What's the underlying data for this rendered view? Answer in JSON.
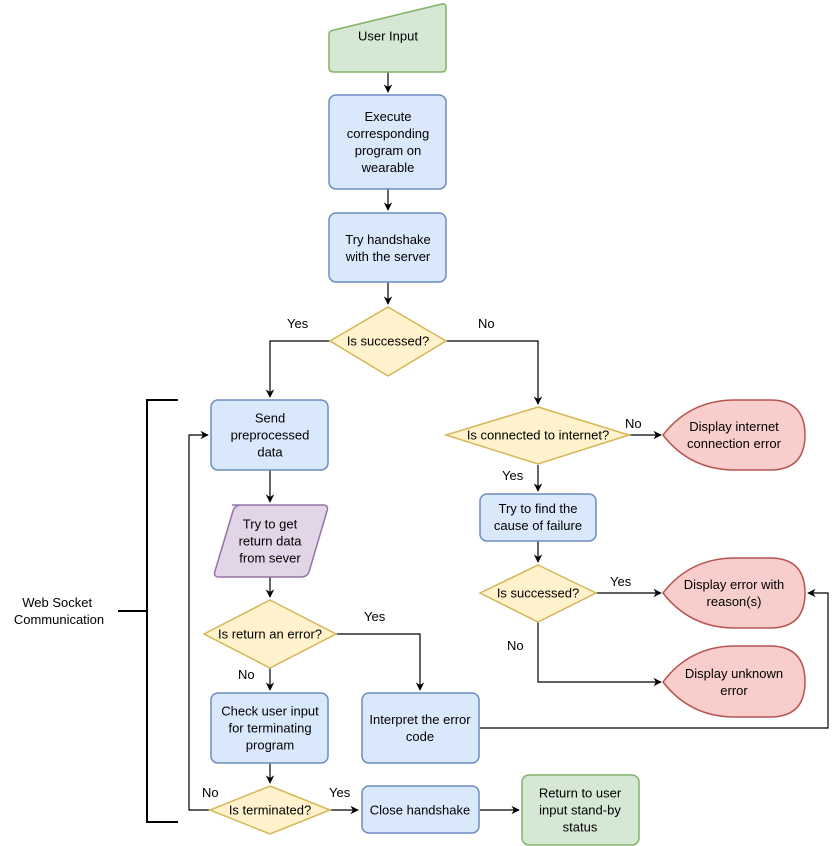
{
  "colors": {
    "blue_fill": "#dae8fc",
    "blue_stroke": "#6c8ebf",
    "yellow_fill": "#fff2cc",
    "yellow_stroke": "#d6b656",
    "green_fill": "#d5e8d4",
    "green_stroke": "#82b366",
    "red_fill": "#f8cecc",
    "red_stroke": "#b85450",
    "purple_fill": "#e1d5e7",
    "purple_stroke": "#9673a6"
  },
  "nodes": {
    "user_input": [
      "User Input"
    ],
    "execute_program": [
      "Execute",
      "corresponding",
      "program on",
      "wearable"
    ],
    "try_handshake": [
      "Try handshake",
      "with the server"
    ],
    "is_successed_1": [
      "Is successed?"
    ],
    "send_data": [
      "Send",
      "preprocessed",
      "data"
    ],
    "get_return": [
      "Try to get",
      "return data",
      "from sever"
    ],
    "is_return_error": [
      "Is return an error?"
    ],
    "check_user_input": [
      "Check user input",
      "for terminating",
      "program"
    ],
    "interpret_error": [
      "Interpret the error",
      "code"
    ],
    "is_terminated": [
      "Is terminated?"
    ],
    "close_handshake": [
      "Close handshake"
    ],
    "return_standby": [
      "Return to user",
      "input stand-by",
      "status"
    ],
    "is_connected": [
      "Is connected to internet?"
    ],
    "display_internet_error": [
      "Display internet",
      "connection error"
    ],
    "find_cause": [
      "Try to find the",
      "cause of failure"
    ],
    "is_successed_2": [
      "Is successed?"
    ],
    "display_error_reason": [
      "Display error with",
      "reason(s)"
    ],
    "display_unknown_error": [
      "Display unknown",
      "error"
    ]
  },
  "edge_labels": {
    "success1_yes": "Yes",
    "success1_no": "No",
    "connected_no": "No",
    "connected_yes": "Yes",
    "success2_yes": "Yes",
    "success2_no": "No",
    "return_error_yes": "Yes",
    "return_error_no": "No",
    "terminated_no": "No",
    "terminated_yes": "Yes"
  },
  "group_label": [
    "Web Socket",
    "Communication"
  ]
}
